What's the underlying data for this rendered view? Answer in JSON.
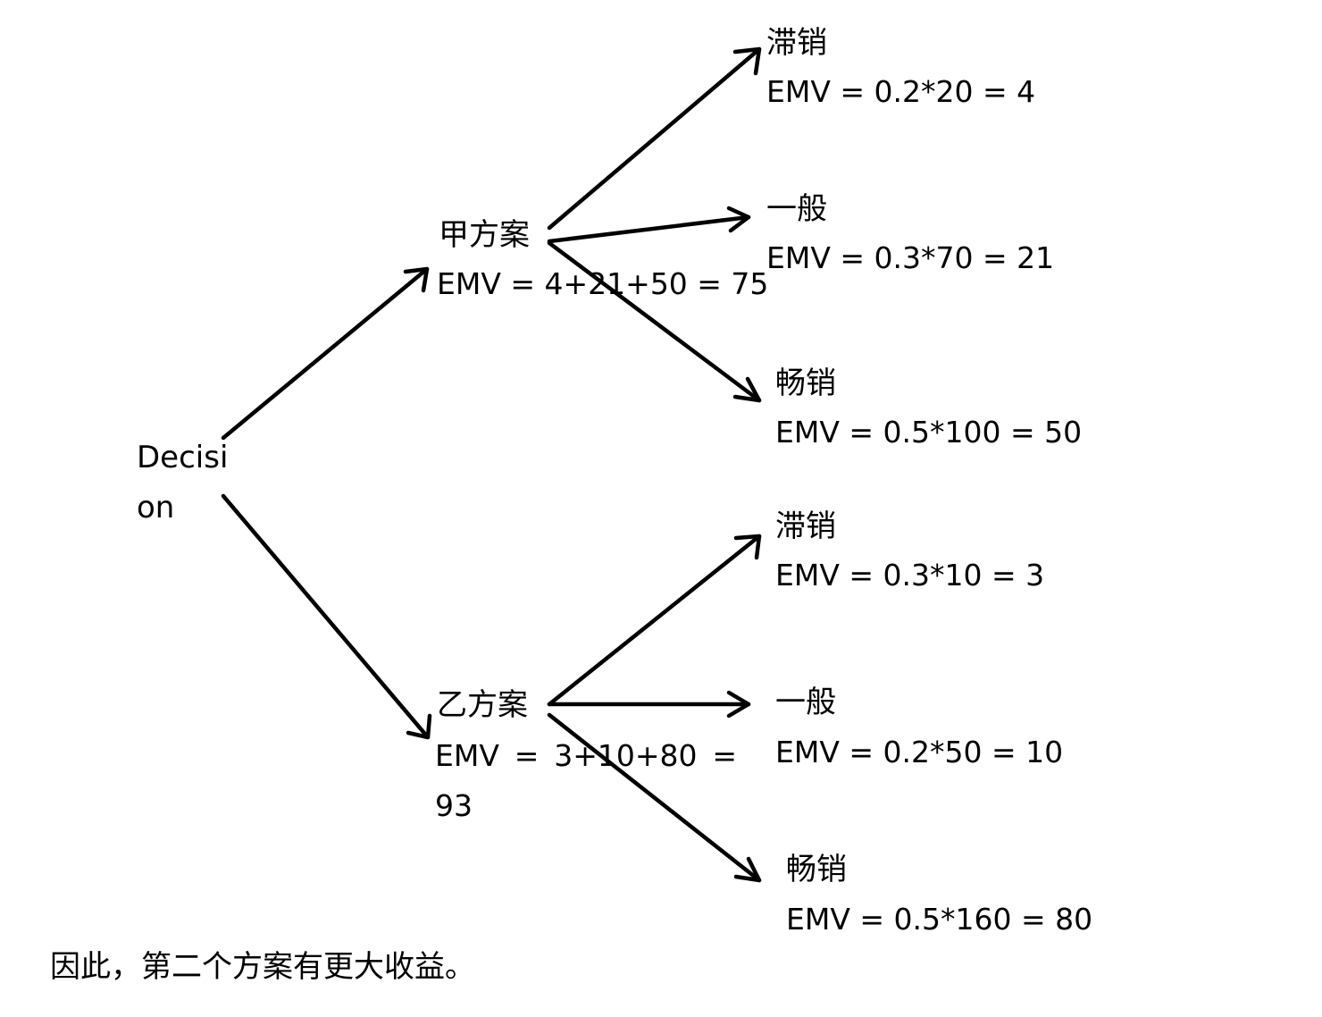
{
  "root": {
    "label": "Decision"
  },
  "options": [
    {
      "name": "甲方案",
      "emv": "EMV = 4+21+50 = 75",
      "outcomes": [
        {
          "name": "滞销",
          "emv": "EMV = 0.2*20 = 4"
        },
        {
          "name": "一般",
          "emv": "EMV = 0.3*70 = 21"
        },
        {
          "name": "畅销",
          "emv": "EMV = 0.5*100 = 50"
        }
      ]
    },
    {
      "name": "乙方案",
      "emv": "EMV = 3+10+80 = 93",
      "outcomes": [
        {
          "name": "滞销",
          "emv": "EMV = 0.3*10 = 3"
        },
        {
          "name": "一般",
          "emv": "EMV = 0.2*50 = 10"
        },
        {
          "name": "畅销",
          "emv": "EMV = 0.5*160 = 80"
        }
      ]
    }
  ],
  "conclusion": "因此，第二个方案有更大收益。"
}
